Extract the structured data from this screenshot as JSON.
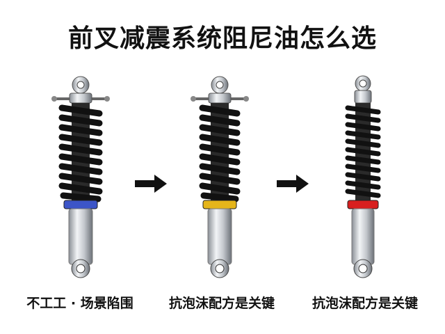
{
  "title": "前叉减震系统阻尼油怎么选",
  "panels": [
    {
      "caption": "不工工 · 场景陷围",
      "ring_color": "#3c55c8",
      "ring_label": "blue-ring"
    },
    {
      "caption": "抗泡沫配方是关键",
      "ring_color": "#e5b51a",
      "ring_label": "gold-ring"
    },
    {
      "caption": "抗泡沫配方是关键",
      "ring_color": "#d81f1f",
      "ring_label": "red-ring"
    }
  ],
  "icons": {
    "shock": "shock-absorber-icon",
    "arrow": "arrow-right-icon"
  }
}
